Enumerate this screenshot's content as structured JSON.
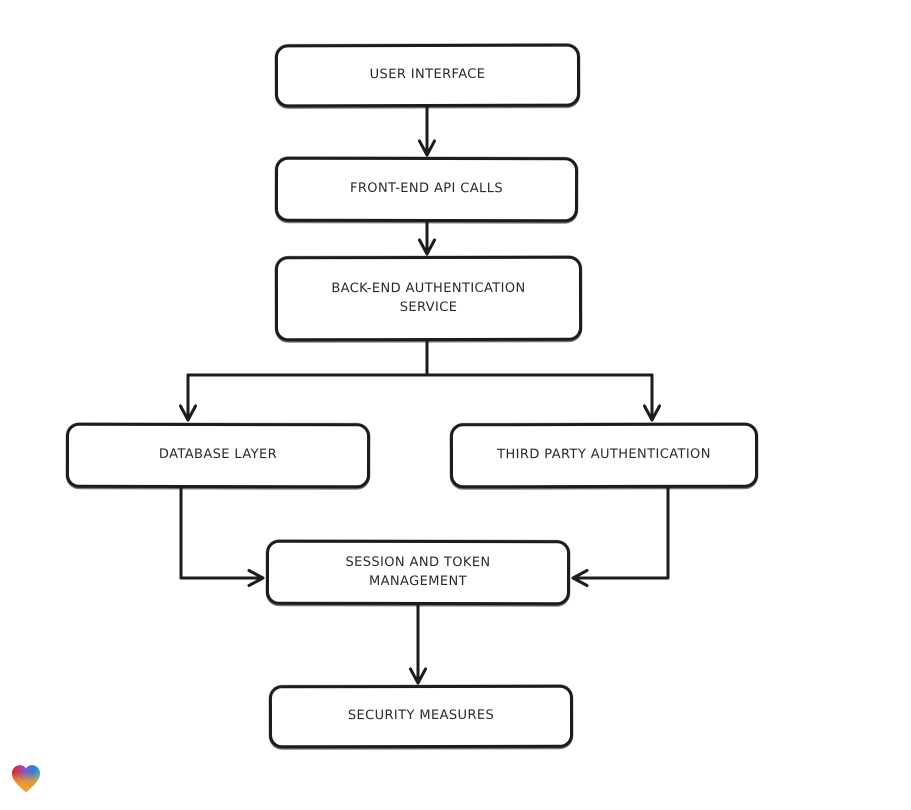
{
  "diagram": {
    "type": "flowchart",
    "background": "#ffffff",
    "style": "hand-drawn-sketch",
    "colors": {
      "stroke": "#1c1c1c",
      "node_fill": "#ffffff",
      "text": "#2a2a2a"
    },
    "nodes": [
      {
        "id": "user-interface",
        "label": "USER INTERFACE"
      },
      {
        "id": "front-end-api-calls",
        "label": "FRONT-END API CALLS"
      },
      {
        "id": "back-end-auth-service",
        "label": "BACK-END AUTHENTICATION\nSERVICE"
      },
      {
        "id": "database-layer",
        "label": "DATABASE LAYER"
      },
      {
        "id": "third-party-auth",
        "label": "THIRD PARTY AUTHENTICATION"
      },
      {
        "id": "session-token-management",
        "label": "SESSION AND TOKEN\nMANAGEMENT"
      },
      {
        "id": "security-measures",
        "label": "SECURITY MEASURES"
      }
    ],
    "edges": [
      {
        "from": "user-interface",
        "to": "front-end-api-calls"
      },
      {
        "from": "front-end-api-calls",
        "to": "back-end-auth-service"
      },
      {
        "from": "back-end-auth-service",
        "to": "database-layer"
      },
      {
        "from": "back-end-auth-service",
        "to": "third-party-auth"
      },
      {
        "from": "database-layer",
        "to": "session-token-management"
      },
      {
        "from": "third-party-auth",
        "to": "session-token-management"
      },
      {
        "from": "session-token-management",
        "to": "security-measures"
      }
    ],
    "logo": {
      "name": "heart-logo",
      "colors": [
        "#e8232d",
        "#2e7fe0",
        "#31b3c9",
        "#f6a21d"
      ]
    }
  }
}
